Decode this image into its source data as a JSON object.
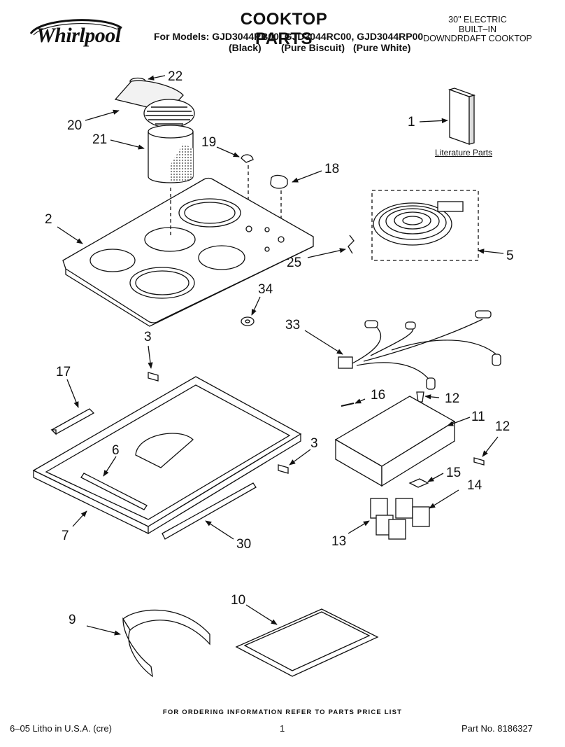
{
  "header": {
    "brand": "Whirlpool",
    "title": "COOKTOP PARTS",
    "models_line": "For Models: GJD3044RB00, GJD3044RC00, GJD3044RP00",
    "variants": [
      "(Black)",
      "(Pure Biscuit)",
      "(Pure White)"
    ],
    "spec_lines": [
      "30\" ELECTRIC",
      "BUILT–IN",
      "DOWNDRDAFT COOKTOP"
    ]
  },
  "callouts": {
    "c1": "1",
    "c2": "2",
    "c3a": "3",
    "c3b": "3",
    "c5": "5",
    "c6": "6",
    "c7": "7",
    "c9": "9",
    "c10": "10",
    "c11": "11",
    "c12a": "12",
    "c12b": "12",
    "c13": "13",
    "c14": "14",
    "c15": "15",
    "c16": "16",
    "c17": "17",
    "c18": "18",
    "c19": "19",
    "c20": "20",
    "c21": "21",
    "c22": "22",
    "c25": "25",
    "c30": "30",
    "c33": "33",
    "c34": "34"
  },
  "literature_label": "Literature Parts",
  "footer": {
    "ordering": "FOR ORDERING INFORMATION REFER TO PARTS PRICE LIST",
    "litho": "6–05 Litho in U.S.A. (cre)",
    "page": "1",
    "part_no": "Part No. 8186327"
  }
}
